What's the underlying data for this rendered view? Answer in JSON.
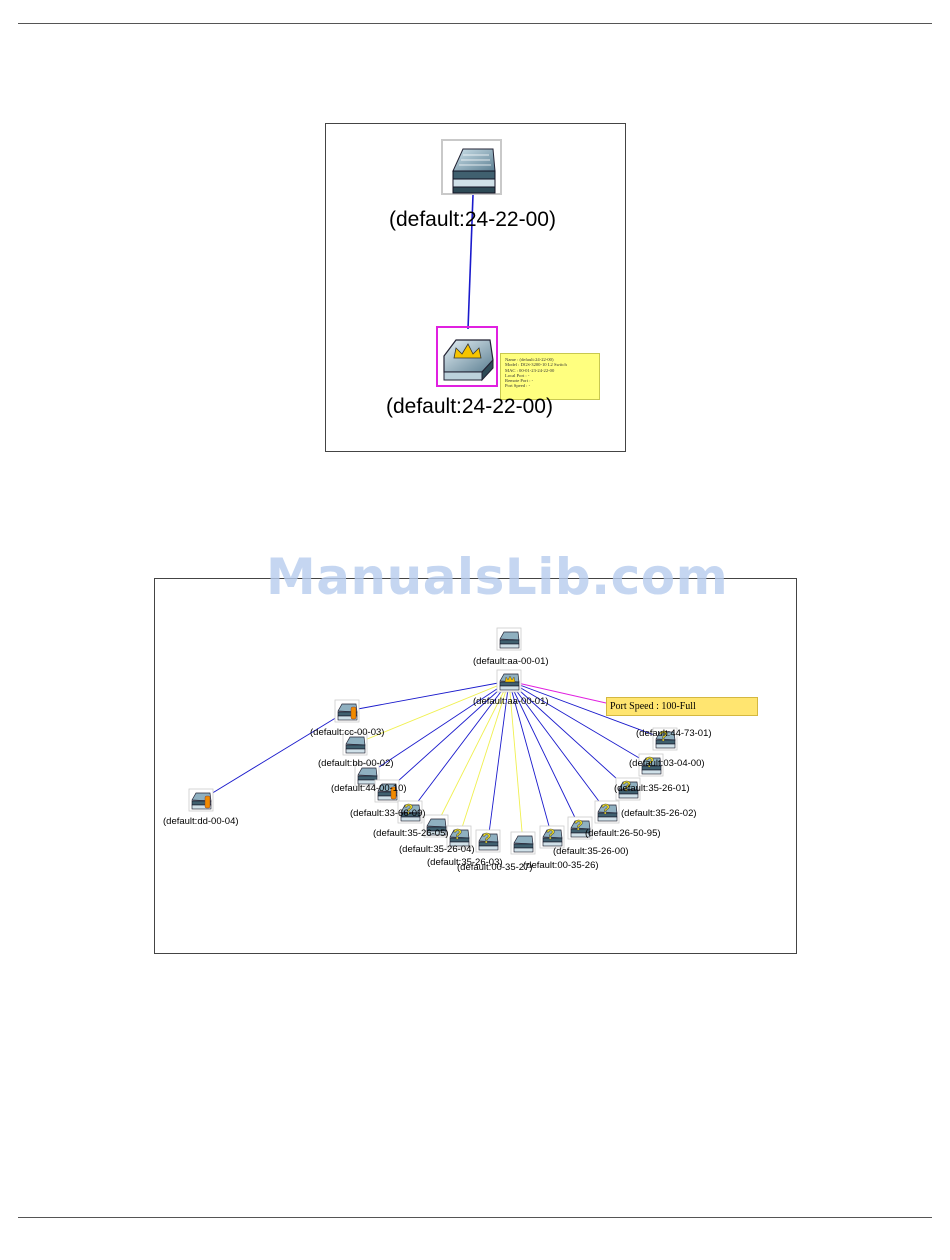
{
  "watermark": "ManualsLib.com",
  "figure1": {
    "top_device_label": "(default:24-22-00)",
    "bottom_device_label": "(default:24-22-00)",
    "tooltip_lines": [
      "Name : (default:24-22-00)",
      "Model : DGS-3200-10 L2 Switch",
      "MAC : 00-01-23-24-22-00",
      "Local Port : -",
      "Remote Port : -",
      "Port Speed : -"
    ]
  },
  "figure2": {
    "tooltip": "Port Speed : 100-Full",
    "labels": [
      "(default:aa-00-01)",
      "(default:aa-00-01)",
      "(default:cc-00-03)",
      "(default:bb-00-02)",
      "(default:44-00-10)",
      "(default:dd-00-04)",
      "(default:33-66-09)",
      "(default:35-26-05)",
      "(default:35-26-04)",
      "(default:35-26-03)",
      "(default:00-35-27)",
      "(default:00-35-26)",
      "(default:35-26-00)",
      "(default:26-50-95)",
      "(default:35-26-02)",
      "(default:35-26-01)",
      "(default:03-04-00)",
      "(default:44-73-01)"
    ]
  },
  "colors": {
    "rule": "#555555",
    "link_blue": "#1a1acc",
    "link_yellow": "#f0f050",
    "link_magenta": "#e020e0",
    "tooltip_yellow": "#ffe570"
  },
  "icons": [
    "switch-icon",
    "master-crown-icon",
    "unknown-device-icon",
    "warning-icon"
  ]
}
